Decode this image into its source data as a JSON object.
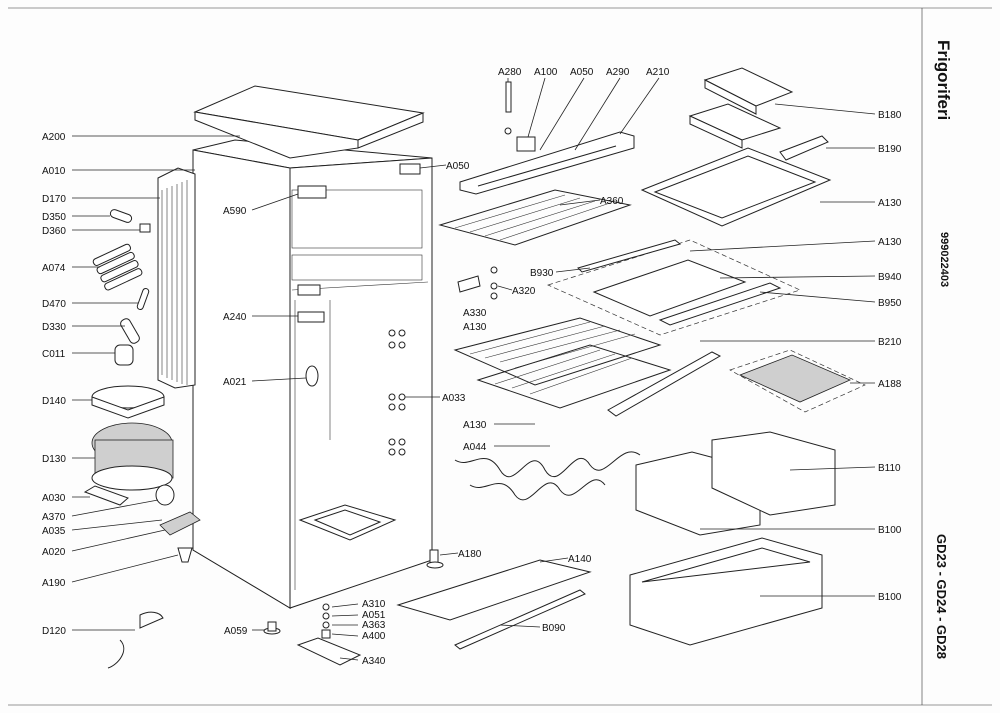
{
  "header": {
    "title": "Frigoriferi",
    "code": "999022403",
    "models": "GD23 - GD24 - GD28"
  },
  "labels": {
    "A200": "A200",
    "A010": "A010",
    "D170": "D170",
    "D350": "D350",
    "D360": "D360",
    "A074": "A074",
    "D470": "D470",
    "D330": "D330",
    "C011": "C011",
    "D140": "D140",
    "D130": "D130",
    "A030": "A030",
    "A370": "A370",
    "A035": "A035",
    "A020": "A020",
    "A190": "A190",
    "D120": "D120",
    "A590": "A590",
    "A240": "A240",
    "A021": "A021",
    "A059": "A059",
    "A280": "A280",
    "A100": "A100",
    "A050t": "A050",
    "A290": "A290",
    "A210": "A210",
    "A050": "A050",
    "A360": "A360",
    "B930": "B930",
    "A320": "A320",
    "A330": "A330",
    "A130a": "A130",
    "A033": "A033",
    "A130b": "A130",
    "A044": "A044",
    "A180": "A180",
    "A140": "A140",
    "A310": "A310",
    "A051": "A051",
    "A363": "A363",
    "A400": "A400",
    "A340": "A340",
    "B090": "B090",
    "B180": "B180",
    "B190": "B190",
    "A130c": "A130",
    "A130d": "A130",
    "B940": "B940",
    "B950": "B950",
    "B210": "B210",
    "A188": "A188",
    "B110": "B110",
    "B100a": "B100",
    "B100b": "B100"
  }
}
